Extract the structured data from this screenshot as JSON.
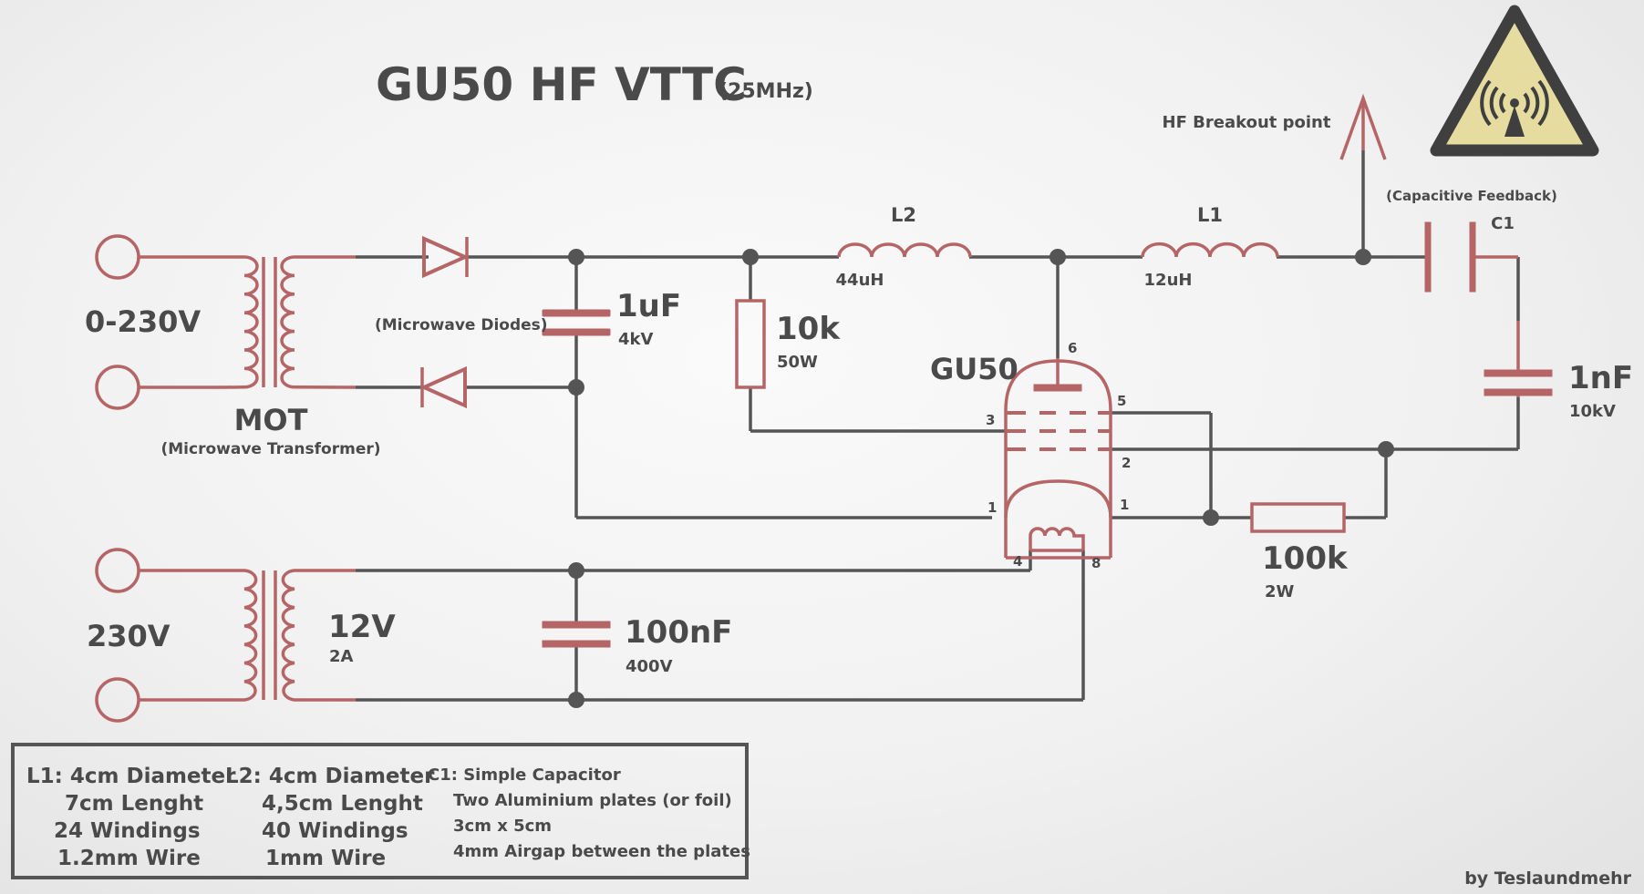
{
  "title": "GU50 HF VTTC",
  "title_sub": "(25MHz)",
  "labels": {
    "input_voltage": "0-230V",
    "mot": "MOT",
    "mot_desc": "(Microwave Transformer)",
    "diodes": "(Microwave Diodes)",
    "cap1_value": "1uF",
    "cap1_rating": "4kV",
    "res1_value": "10k",
    "res1_rating": "50W",
    "l2_name": "L2",
    "l2_value": "44uH",
    "l1_name": "L1",
    "l1_value": "12uH",
    "hf_breakout": "HF Breakout point",
    "cap_feedback": "(Capacitive Feedback)",
    "c1_name": "C1",
    "cap2_value": "1nF",
    "cap2_rating": "10kV",
    "tube": "GU50",
    "res2_value": "100k",
    "res2_rating": "2W",
    "mains": "230V",
    "fil_voltage": "12V",
    "fil_current": "2A",
    "cap3_value": "100nF",
    "cap3_rating": "400V",
    "pins": {
      "p6": "6",
      "p5": "5",
      "p3": "3",
      "p2": "2",
      "p1l": "1",
      "p1r": "1",
      "p4": "4",
      "p8": "8"
    }
  },
  "notes": {
    "l1": [
      "L1: 4cm Diameter",
      "7cm Lenght",
      "24 Windings",
      "1.2mm Wire"
    ],
    "l2": [
      "L2: 4cm Diameter",
      "4,5cm Lenght",
      "40 Windings",
      "1mm Wire"
    ],
    "c1": [
      "C1: Simple Capacitor",
      "Two Aluminium plates (or foil)",
      "3cm x 5cm",
      "4mm Airgap between the plates"
    ]
  },
  "credit": "by Teslaundmehr",
  "colors": {
    "wire": "#555555",
    "component": "#b56566",
    "warning_fill": "#e6dca0",
    "warning_border": "#3f3f3f"
  },
  "icons": [
    "warning-triangle-rf-icon",
    "antenna-arrow-icon"
  ]
}
